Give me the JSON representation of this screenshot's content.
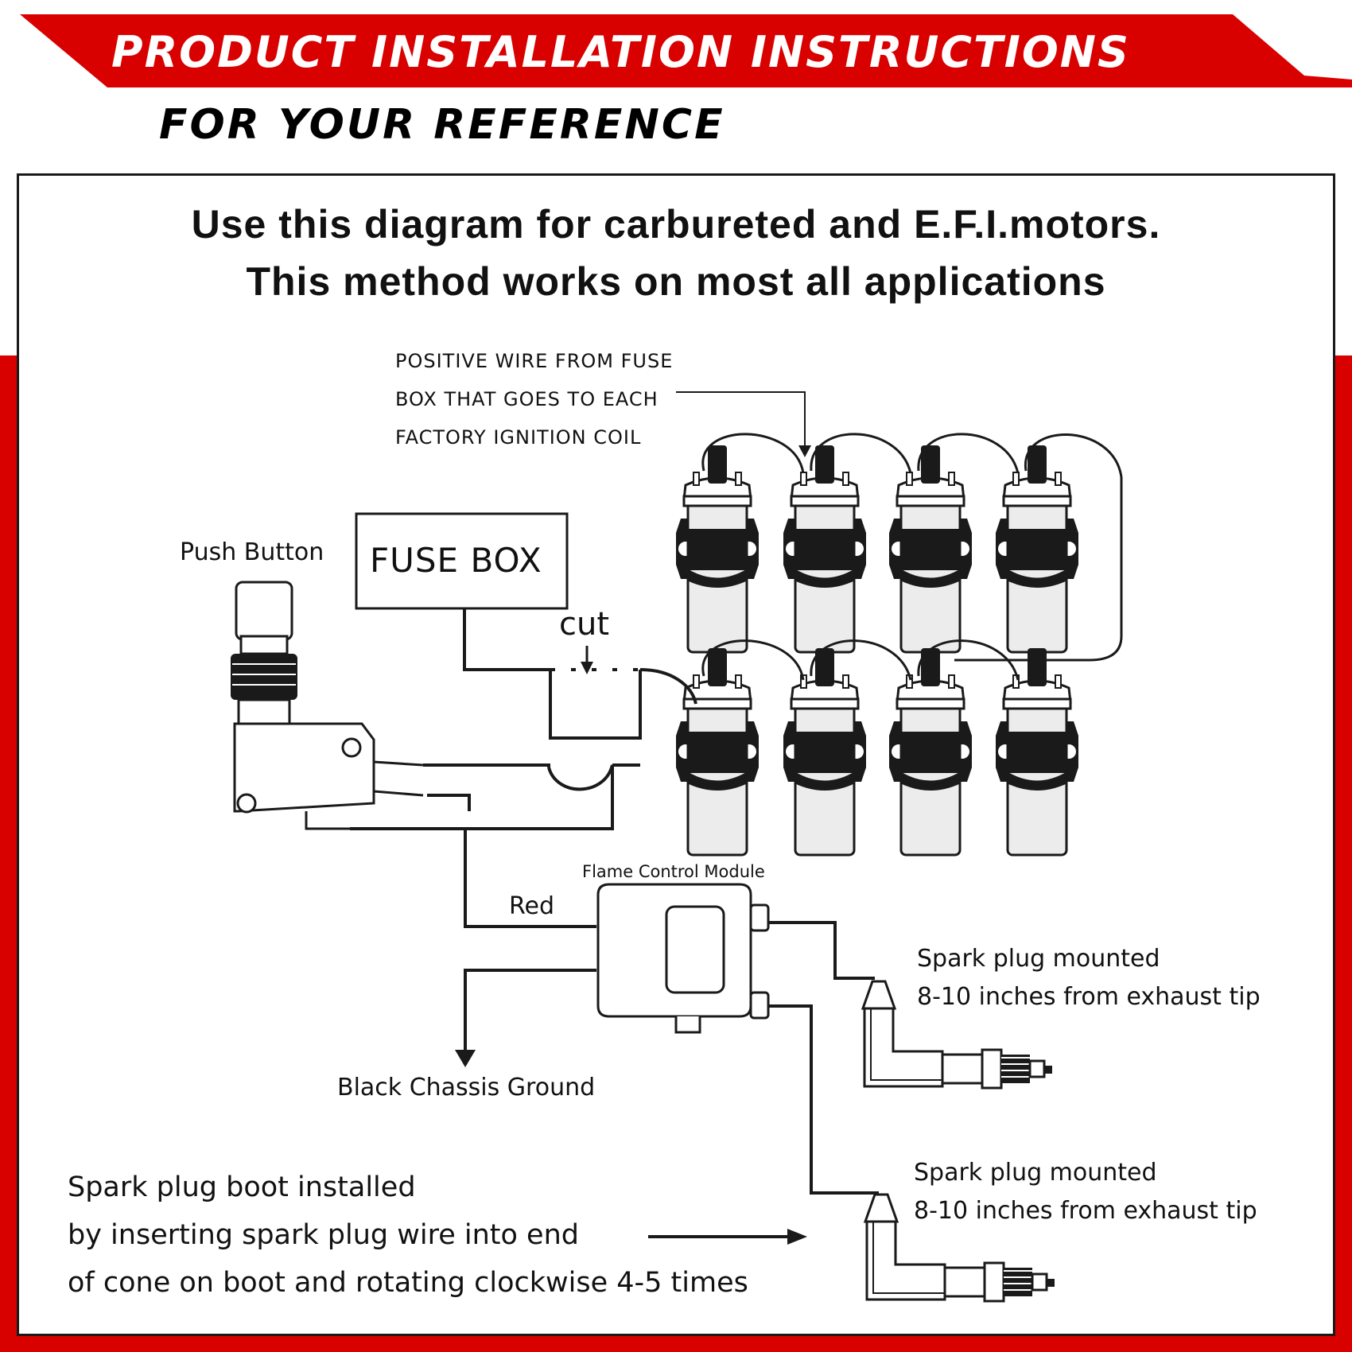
{
  "header": {
    "banner_title": "PRODUCT INSTALLATION INSTRUCTIONS",
    "subtitle": "FOR YOUR REFERENCE",
    "banner_color": "#d90000"
  },
  "intro": {
    "line1": "Use this diagram for carbureted and E.F.I.motors.",
    "line2": "This method works on most all applications"
  },
  "labels": {
    "positive_wire": [
      "POSITIVE WIRE FROM FUSE",
      "BOX THAT GOES TO EACH",
      "FACTORY IGNITION COIL"
    ],
    "push_button": "Push Button",
    "fuse_box": "FUSE  BOX",
    "cut": "cut",
    "flame_control_module": "Flame Control Module",
    "red": "Red",
    "black_ground": "Black Chassis Ground",
    "spark_plug_1": [
      "Spark plug mounted",
      "8-10 inches from exhaust tip"
    ],
    "spark_plug_2": [
      "Spark plug mounted",
      "8-10 inches from exhaust tip"
    ],
    "boot_note": [
      "Spark plug boot installed",
      "by inserting spark plug wire into end",
      "of cone on boot and rotating clockwise 4-5 times"
    ]
  },
  "icons": [
    "push-button-switch-icon",
    "ignition-coil-icon",
    "flame-control-module-icon",
    "spark-plug-icon",
    "spark-plug-boot-icon",
    "arrow-icon"
  ]
}
